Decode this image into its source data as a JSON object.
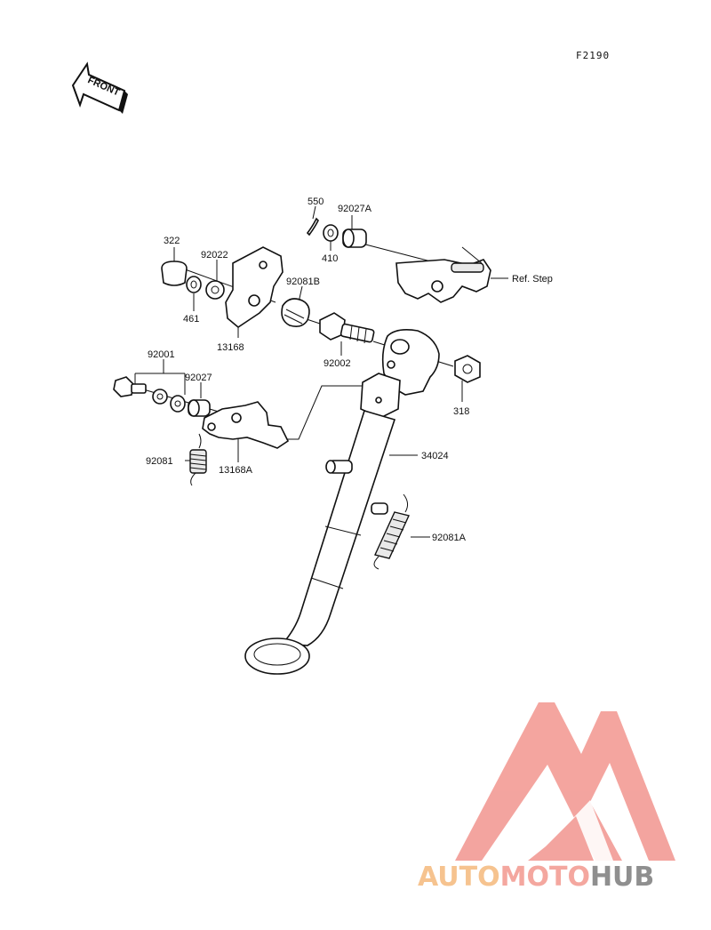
{
  "diagram": {
    "figure_code": "F2190",
    "front_label": "FRONT",
    "reference_label": "Ref. Step",
    "parts": [
      {
        "id": "322"
      },
      {
        "id": "92022"
      },
      {
        "id": "461"
      },
      {
        "id": "13168"
      },
      {
        "id": "92081B"
      },
      {
        "id": "550"
      },
      {
        "id": "92027A"
      },
      {
        "id": "410"
      },
      {
        "id": "92002"
      },
      {
        "id": "318"
      },
      {
        "id": "92001"
      },
      {
        "id": "92027"
      },
      {
        "id": "92081"
      },
      {
        "id": "13168A"
      },
      {
        "id": "34024"
      },
      {
        "id": "92081A"
      }
    ]
  },
  "watermark": {
    "part1": "AUTO",
    "part2": "MOTO",
    "part3": "HUB",
    "colors": {
      "auto": "#f6c08a",
      "moto": "#f4a39a",
      "hub": "#8a8a8a",
      "triangle": "#f3a09a"
    }
  }
}
